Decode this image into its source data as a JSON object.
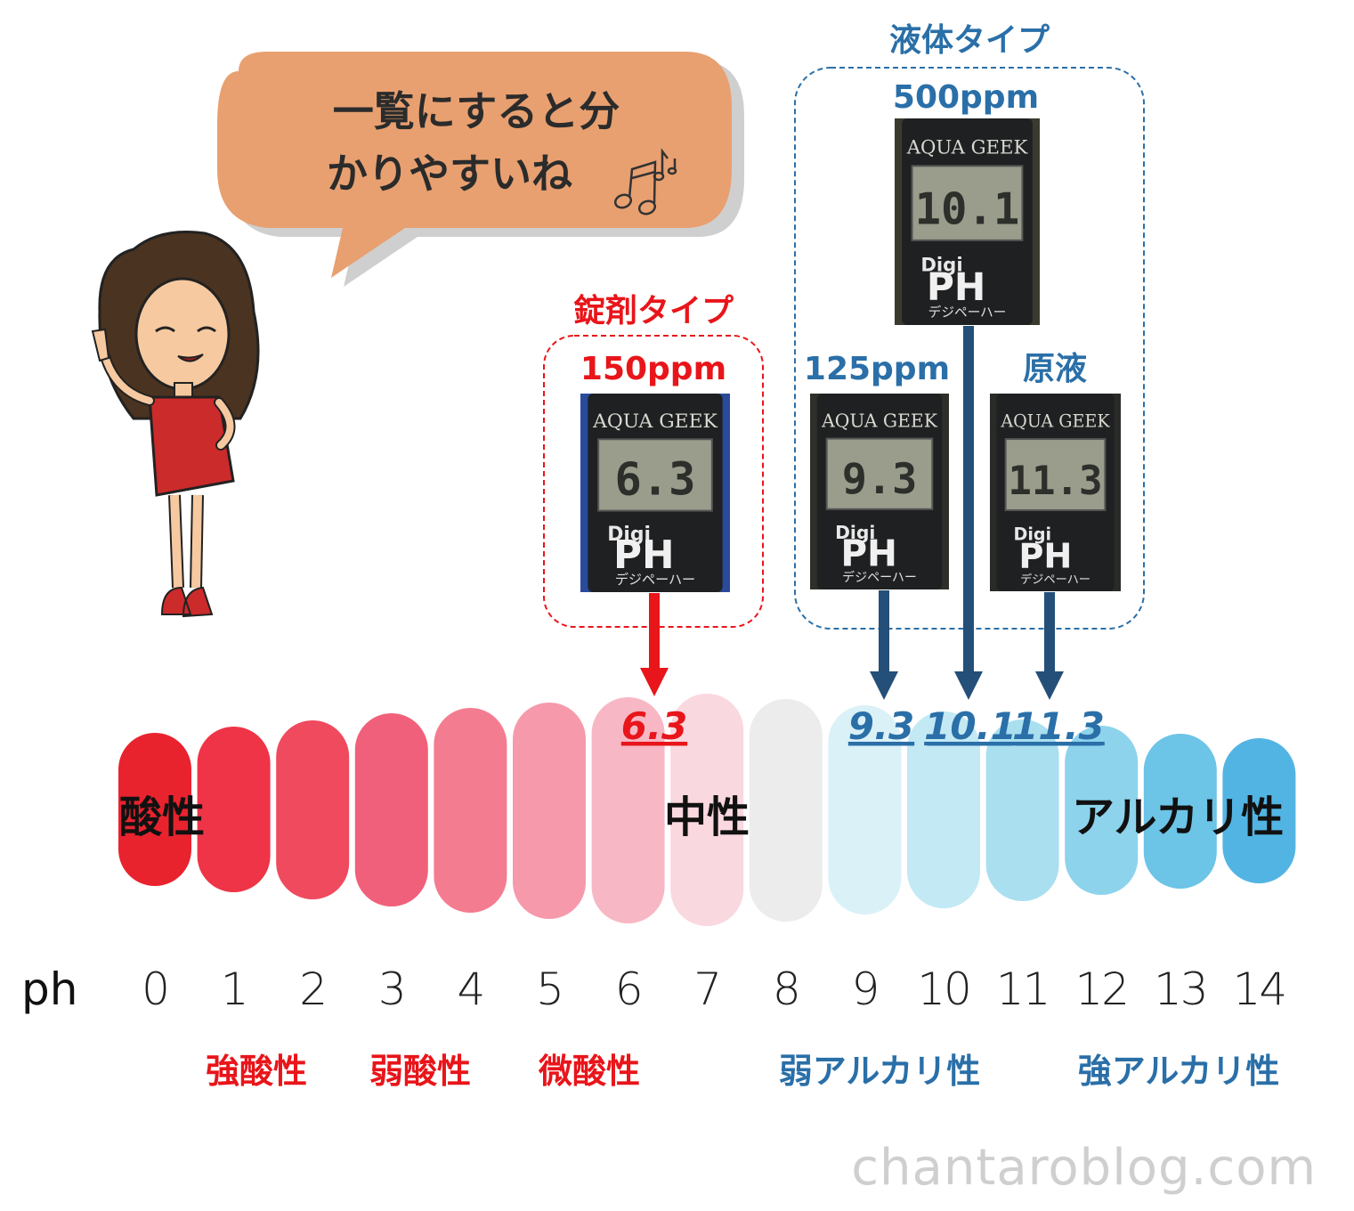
{
  "bubble": {
    "line1": "一覧にすると分",
    "line2": "かりやすいね",
    "color": "#e8a070"
  },
  "tablet_group": {
    "heading": "錠剤タイプ",
    "concentration": "150ppm",
    "color": "#e8151a",
    "meter": {
      "brand": "AQUA GEEK",
      "reading": "6.3",
      "logo_top": "Digi",
      "logo_main": "PH",
      "logo_sub": "デジペーハー"
    }
  },
  "liquid_group": {
    "heading": "液体タイプ",
    "color": "#2a6fa8",
    "items": [
      {
        "label": "500ppm",
        "meter": {
          "brand": "AQUA GEEK",
          "reading": "10.1",
          "logo_top": "Digi",
          "logo_main": "PH",
          "logo_sub": "デジペーハー"
        }
      },
      {
        "label": "125ppm",
        "meter": {
          "brand": "AQUA GEEK",
          "reading": "9.3",
          "logo_top": "Digi",
          "logo_main": "PH",
          "logo_sub": "デジペーハー"
        }
      },
      {
        "label": "原液",
        "meter": {
          "brand": "AQUA GEEK",
          "reading": "11.3",
          "logo_top": "Digi",
          "logo_main": "PH",
          "logo_sub": "デジペーハー"
        }
      }
    ]
  },
  "chart_data": {
    "type": "scale",
    "axis_label": "ph",
    "ticks": [
      "0",
      "1",
      "2",
      "3",
      "4",
      "5",
      "6",
      "7",
      "8",
      "9",
      "10",
      "11",
      "12",
      "13",
      "14"
    ],
    "xlim": [
      0,
      14
    ],
    "pill_colors": [
      "#e8232e",
      "#ee3446",
      "#ef4a5e",
      "#f1607a",
      "#f47c90",
      "#f69aab",
      "#f8b7c4",
      "#fad8df",
      "#ececec",
      "#daf1f7",
      "#c3e9f4",
      "#aadff0",
      "#8dd3ec",
      "#6cc4e7",
      "#52b4e3"
    ],
    "zone_labels": {
      "acid": "酸性",
      "neutral": "中性",
      "alkaline": "アルカリ性"
    },
    "category_labels": [
      {
        "text": "強酸性",
        "color": "#e8151a"
      },
      {
        "text": "弱酸性",
        "color": "#e8151a"
      },
      {
        "text": "微酸性",
        "color": "#e8151a"
      },
      {
        "text": "弱アルカリ性",
        "color": "#2a6fa8"
      },
      {
        "text": "強アルカリ性",
        "color": "#2a6fa8"
      }
    ],
    "measurements": [
      {
        "value": 6.3,
        "label": "6.3",
        "group": "tablet",
        "source": "150ppm",
        "color": "#e8151a"
      },
      {
        "value": 9.3,
        "label": "9.3",
        "group": "liquid",
        "source": "125ppm",
        "color": "#2a6fa8"
      },
      {
        "value": 10.1,
        "label": "10.1",
        "group": "liquid",
        "source": "500ppm",
        "color": "#2a6fa8"
      },
      {
        "value": 11.3,
        "label": "11.3",
        "group": "liquid",
        "source": "原液",
        "color": "#2a6fa8"
      }
    ]
  },
  "watermark": "chantaroblog.com"
}
